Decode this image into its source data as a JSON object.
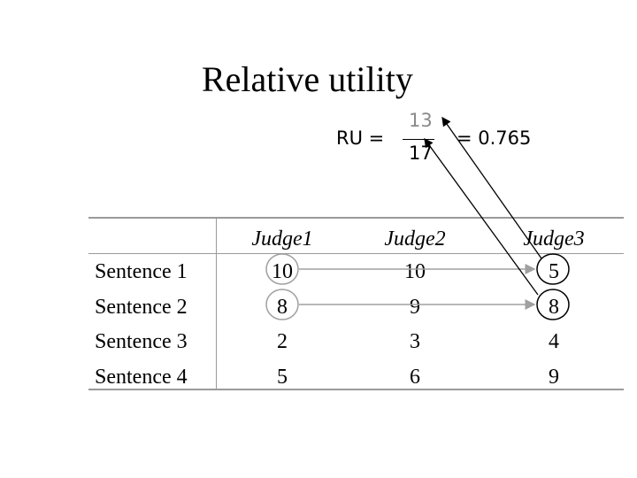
{
  "slide": {
    "title": "Relative utility",
    "formula": {
      "label": "RU =",
      "numerator": "13",
      "denominator": "17",
      "result": "= 0.765"
    }
  },
  "table": {
    "headers": [
      "Judge1",
      "Judge2",
      "Judge3"
    ],
    "rows": [
      {
        "label": "Sentence 1",
        "values": [
          "10",
          "10",
          "5"
        ]
      },
      {
        "label": "Sentence 2",
        "values": [
          "8",
          "9",
          "8"
        ]
      },
      {
        "label": "Sentence 3",
        "values": [
          "2",
          "3",
          "4"
        ]
      },
      {
        "label": "Sentence 4",
        "values": [
          "5",
          "6",
          "9"
        ]
      }
    ]
  },
  "colors": {
    "text": "#000000",
    "muted": "#8a8a8a",
    "rule": "#9a9a9a",
    "arrow_gray": "#a0a0a0"
  }
}
